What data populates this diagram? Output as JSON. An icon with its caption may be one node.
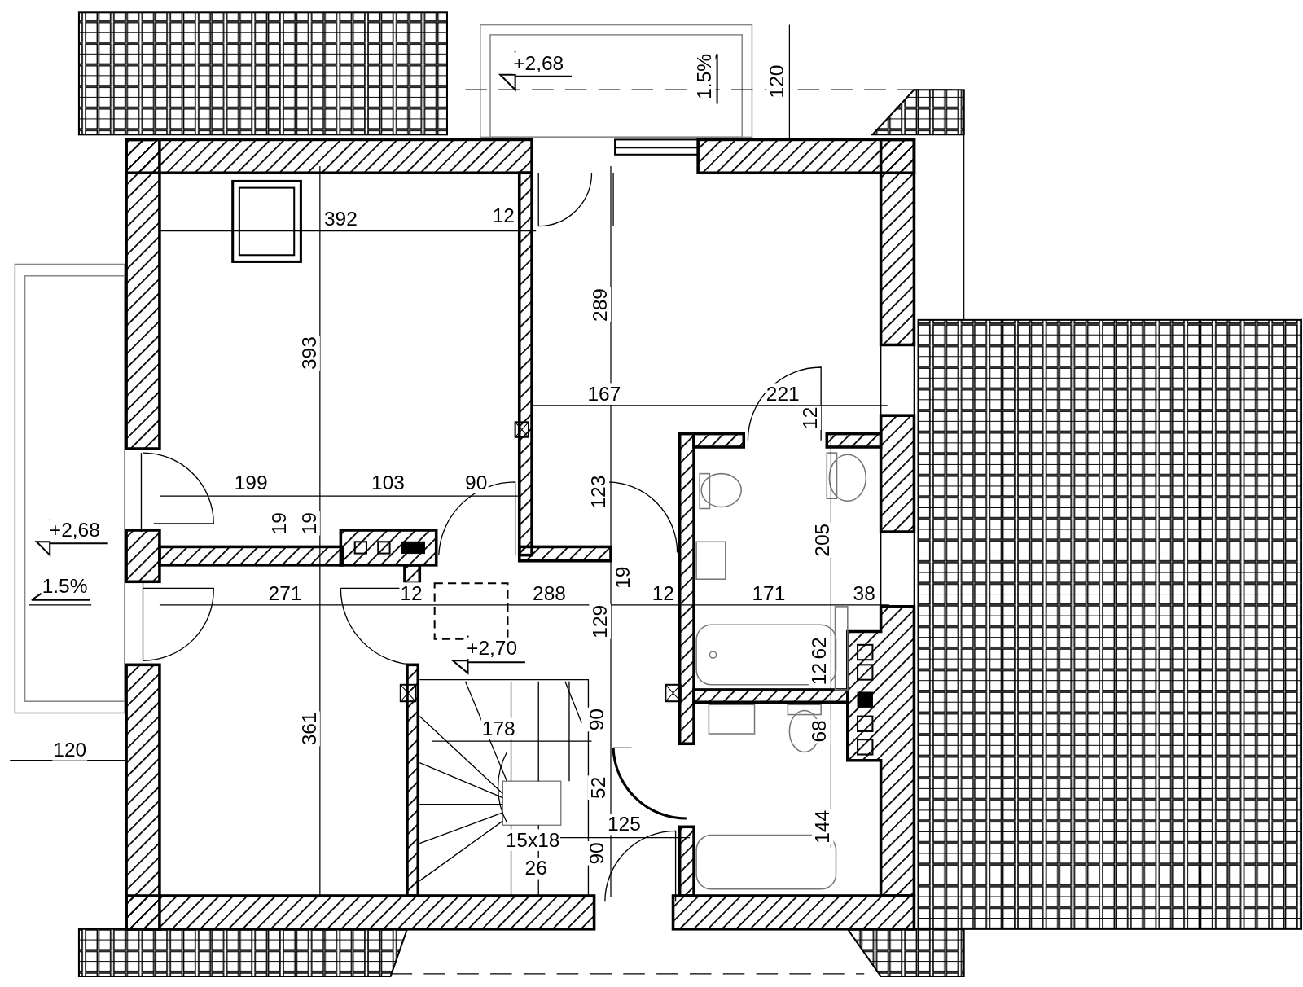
{
  "diagram": {
    "labels": [
      "+2,68",
      "1.5%",
      "120",
      "392",
      "12",
      "289",
      "393",
      "167",
      "221",
      "12",
      "199",
      "103",
      "90",
      "123",
      "+2,68",
      "19",
      "19",
      "205",
      "19",
      "1.5%",
      "271",
      "12",
      "288",
      "12",
      "171",
      "38",
      "129",
      "+2,70",
      "62",
      "12",
      "178",
      "90",
      "361",
      "68",
      "120",
      "52",
      "125",
      "144",
      "15x18",
      "90",
      "26"
    ]
  }
}
